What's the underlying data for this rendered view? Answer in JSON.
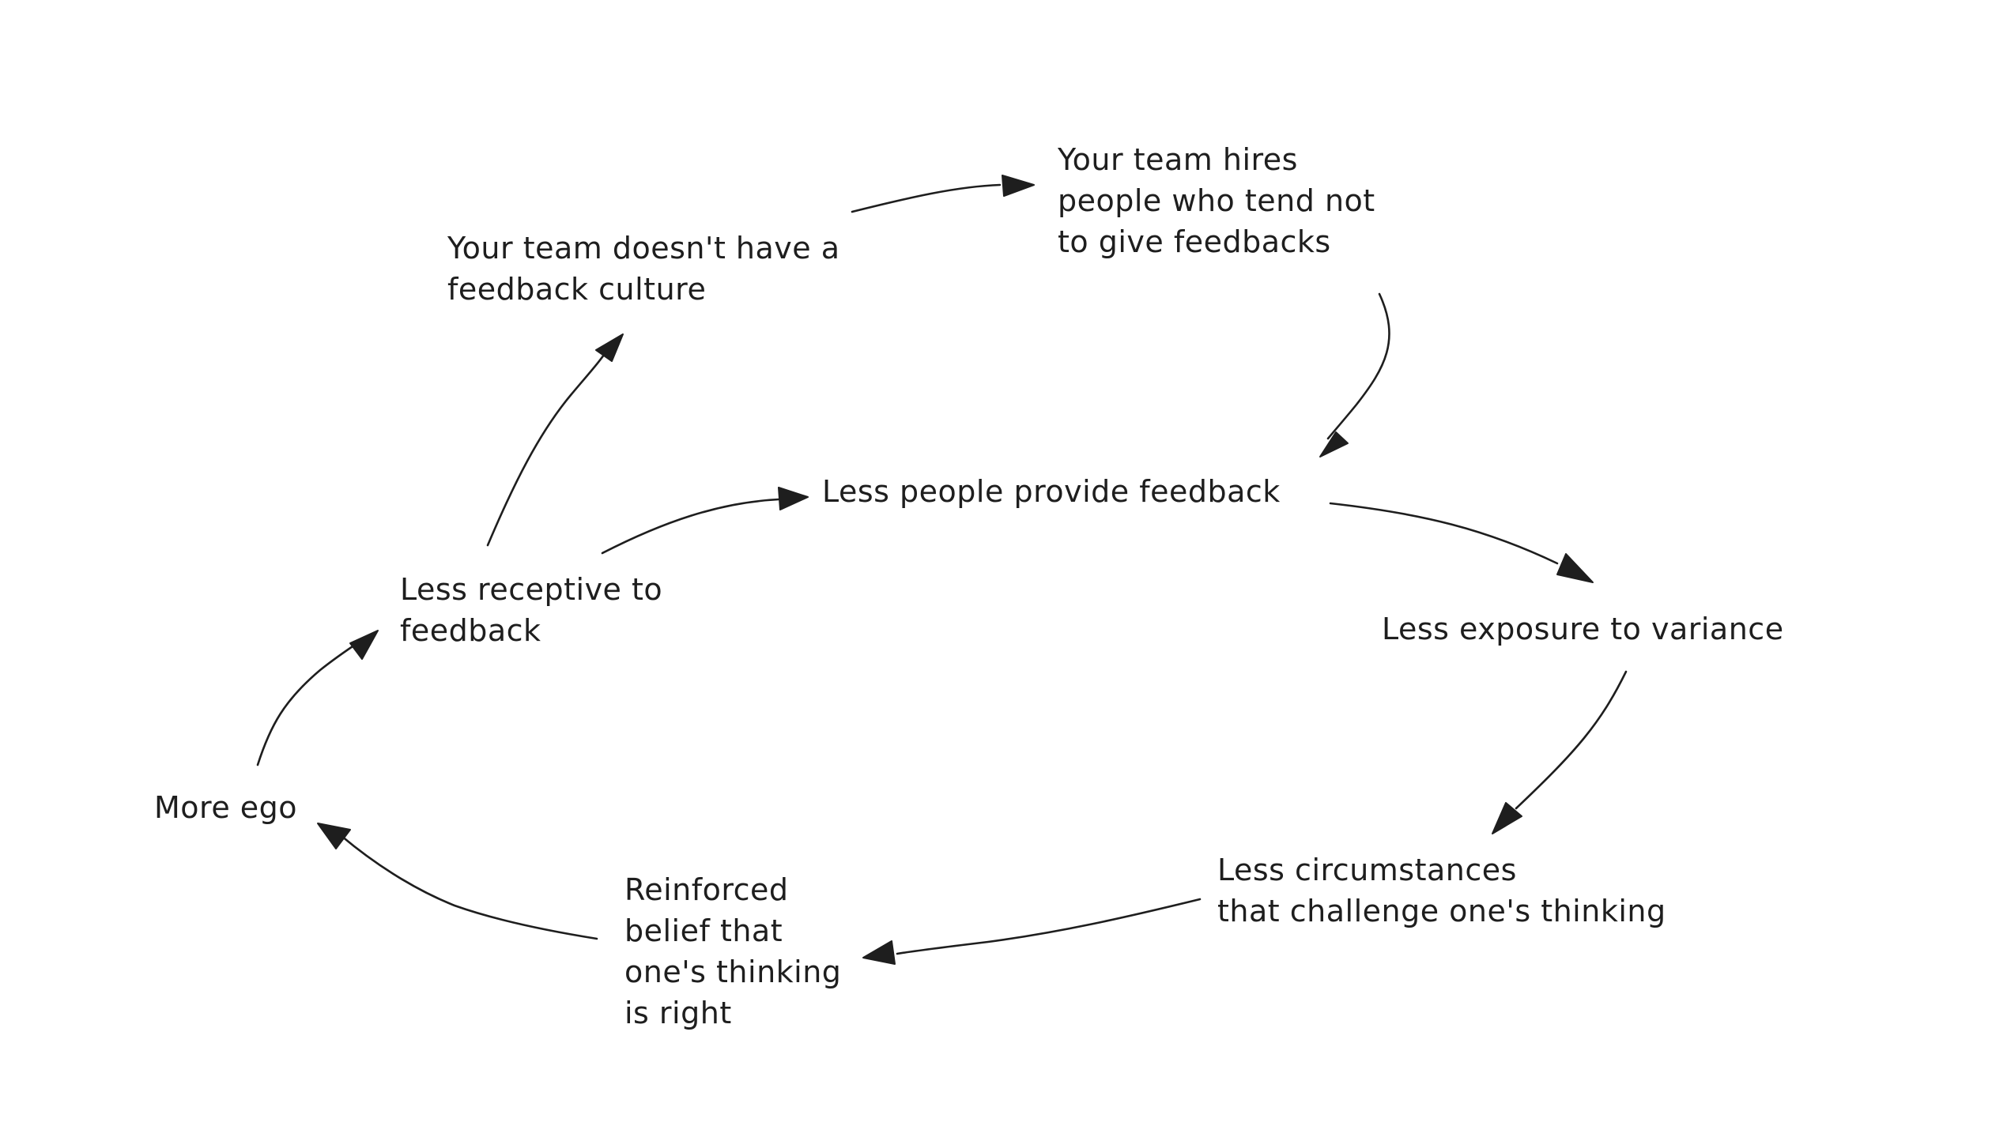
{
  "nodes": {
    "no_feedback_culture": [
      "Your team doesn't have a",
      " feedback culture"
    ],
    "hires_non_givers": [
      "Your team hires",
      "people who tend not",
      "to give feedbacks"
    ],
    "less_people_provide": [
      "Less people provide feedback"
    ],
    "less_receptive": [
      "Less receptive to",
      " feedback"
    ],
    "less_exposure": [
      "Less exposure to variance"
    ],
    "more_ego": [
      "More ego"
    ],
    "less_circumstances": [
      "Less circumstances",
      "that challenge one's thinking"
    ],
    "reinforced_belief": [
      "Reinforced",
      "belief that",
      "one's thinking",
      "is right"
    ]
  },
  "colors": {
    "background": "#ffffff",
    "ink": "#1e1e1e"
  }
}
